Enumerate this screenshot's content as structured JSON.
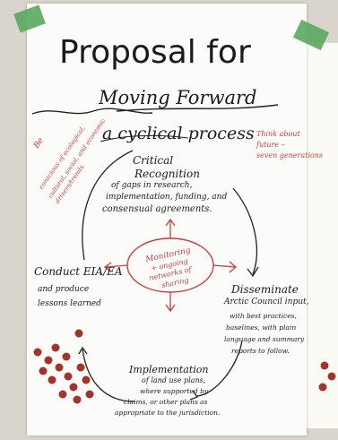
{
  "poster": {
    "title_line1": "Proposal for",
    "title_line2": "Moving Forward",
    "subtitle": "a cyclical process",
    "red_note_left_1": "Be",
    "red_note_left_2": "conscious of ecological,",
    "red_note_left_3": "cultural, social, and economic",
    "red_note_left_4": "drivers/trends.",
    "red_note_right_1": "Think about",
    "red_note_right_2": "future –",
    "red_note_right_3": "seven generations",
    "step1_1": "Critical",
    "step1_2": "Recognition",
    "step1_3": "of gaps in research,",
    "step1_4": "implementation, funding, and",
    "step1_5": "consensual agreements.",
    "step2_1": "Disseminate",
    "step2_2": "Arctic Council input,",
    "step2_3": "with best practices,",
    "step2_4": "baselines, with plain",
    "step2_5": "language and summary",
    "step2_6": "reports to follow.",
    "step3_1": "Implementation",
    "step3_2": "of land use plans,",
    "step3_3": "where supported by",
    "step3_4": "claims, or other plans as",
    "step3_5": "appropriate to the jurisdiction.",
    "step4_1": "Conduct EIA/EA",
    "step4_2": "and produce",
    "step4_3": "lessons learned",
    "center_1": "Monitoring",
    "center_2": "+ ongoing",
    "center_3": "networks of",
    "center_4": "sharing"
  },
  "colors": {
    "ink": "#1b1b1b",
    "red": "#c8403a",
    "dot": "#a2352b",
    "tape": "#5aa85f"
  }
}
